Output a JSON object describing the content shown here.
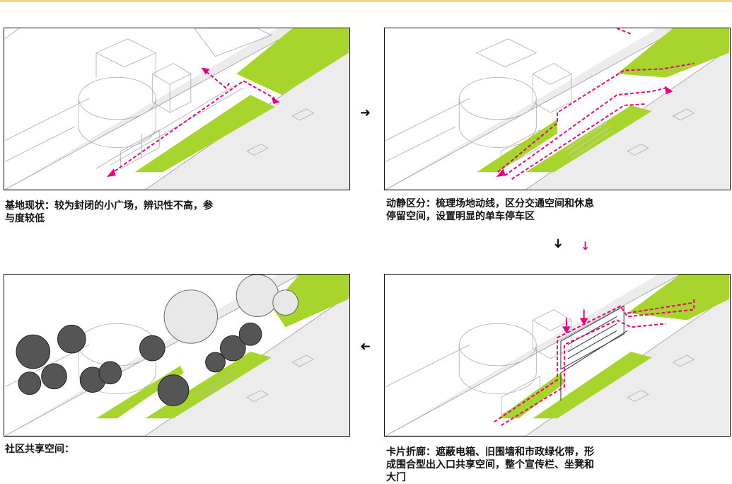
{
  "captions": {
    "panel1": "基地现状：较为封闭的小广场，辨识性不高，参\n与度较低",
    "panel2": "动静区分：梳理场地动线，区分交通空间和休息\n停留空间，设置明显的单车停车区",
    "panel3": "社区共享空间：",
    "panel4": "卡片折廊：遮蔽电箱、旧围墙和市政绿化带，形\n成围合型出入口共享空间，整个宣传栏、坐凳和\n大门"
  },
  "arrows": {
    "right": "➜",
    "down": "➜",
    "down_magenta": "↓",
    "left": "➜"
  },
  "colors": {
    "green": "#a8d42e",
    "magenta": "#e6007e",
    "road": "#ececec",
    "line": "#999999",
    "frame": "#111111",
    "top_bar": "#f4d58a"
  }
}
